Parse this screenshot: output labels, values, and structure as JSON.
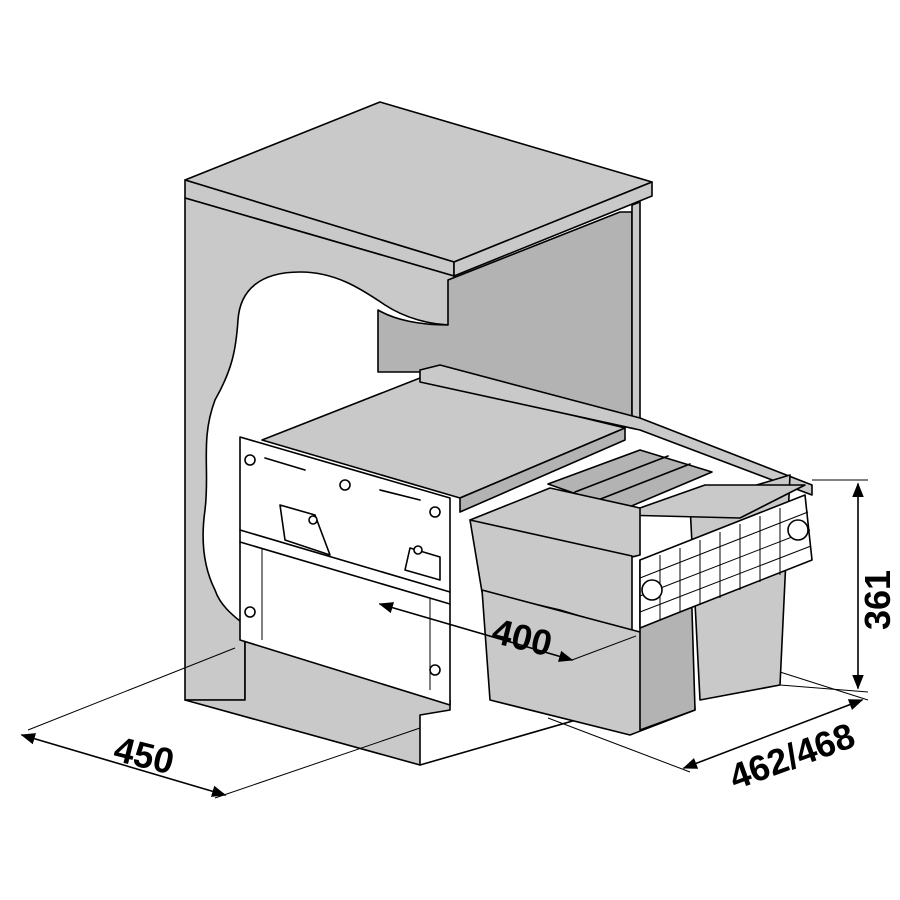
{
  "dimensions": {
    "depth_cabinet": "450",
    "width_inner": "400",
    "height": "361",
    "depth_unit": "462/468"
  },
  "colors": {
    "line": "#000000",
    "body_fill": "#c9c9c9",
    "background": "#ffffff"
  }
}
